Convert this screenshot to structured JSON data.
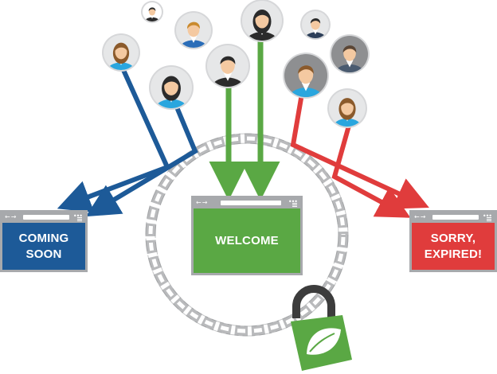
{
  "windows": {
    "coming_soon": {
      "nav": "←→",
      "dots": "•••",
      "text": "COMING\nSOON",
      "color": "#1d5a98"
    },
    "welcome": {
      "nav": "←→",
      "dots": "•••",
      "text": "WELCOME",
      "color": "#5aa844"
    },
    "expired": {
      "nav": "←→",
      "dots": "•••",
      "text": "SORRY,\nEXPIRED!",
      "color": "#e03c3c"
    }
  },
  "colors": {
    "blue_arrow": "#1d5a98",
    "green_arrow": "#5aa844",
    "red_arrow": "#e03c3c",
    "chain": "#b9babc",
    "lock_body": "#5aa844",
    "lock_shackle": "#3c3c3c"
  },
  "icons": [
    "user-avatar-icon",
    "chain-icon",
    "padlock-icon",
    "leaf-icon",
    "arrow-icon"
  ]
}
